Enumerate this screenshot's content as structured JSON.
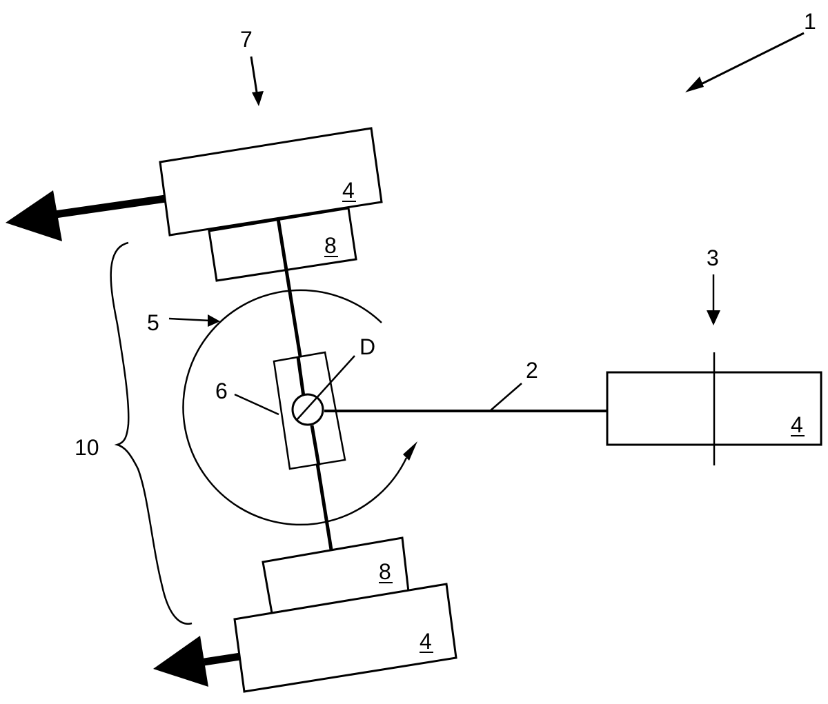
{
  "labels": {
    "device": "1",
    "shaft_2": "2",
    "vehicle_3": "3",
    "wheel_top": "4",
    "wheel_bottom": "4",
    "wheel_right": "4",
    "turntable": "5",
    "pivot_6": "6",
    "axle_7": "7",
    "block_top": "8",
    "block_bottom": "8",
    "bracket_10": "10",
    "rotation_axis": "D"
  },
  "colors": {
    "stroke": "#000000",
    "background": "#ffffff"
  }
}
